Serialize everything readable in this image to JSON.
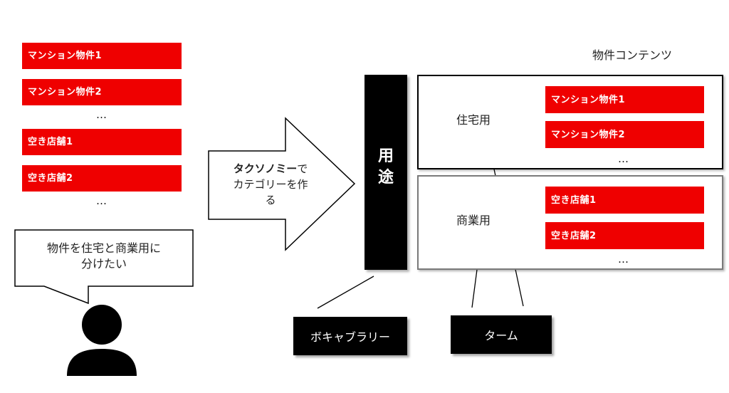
{
  "left_list": {
    "items": [
      "マンション物件1",
      "マンション物件2",
      "…",
      "空き店舗1",
      "空き店舗2",
      "…"
    ]
  },
  "speech": {
    "line1": "物件を住宅と商業用に",
    "line2": "分けたい"
  },
  "arrow": {
    "bold": "タクソノミー",
    "tail1": "で",
    "line2": "カテゴリーを作",
    "line3": "る"
  },
  "vocabulary_bar": {
    "char1": "用",
    "char2": "途"
  },
  "contents": {
    "title": "物件コンテンツ",
    "residential": {
      "term": "住宅用",
      "items": [
        "マンション物件1",
        "マンション物件2"
      ],
      "dots": "…"
    },
    "commercial": {
      "term": "商業用",
      "items": [
        "空き店舗1",
        "空き店舗2"
      ],
      "dots": "…"
    }
  },
  "labels": {
    "vocabulary": "ボキャブラリー",
    "term": "ターム"
  },
  "colors": {
    "accent_red": "#ef0000",
    "label_black": "#000000"
  }
}
